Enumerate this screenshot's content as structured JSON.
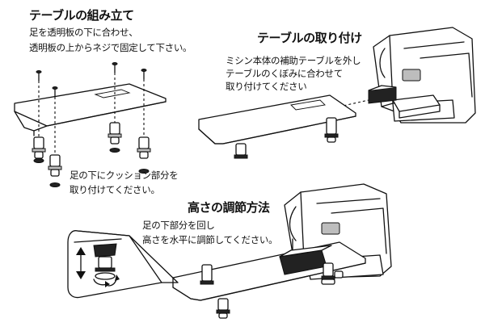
{
  "sections": {
    "assembly": {
      "title": "テーブルの組み立て",
      "line1": "足を透明板の下に合わせ、",
      "line2": "透明板の上からネジで固定して下さい。",
      "cushion1": "足の下にクッション部分を",
      "cushion2": "取り付けてください。"
    },
    "attach": {
      "title": "テーブルの取り付け",
      "line1": "ミシン本体の補助テーブルを外し",
      "line2": "テーブルのくぼみに合わせて",
      "line3": "取り付けてください"
    },
    "height": {
      "title": "高さの調節方法",
      "line1": "足の下部分を回し",
      "line2": "高さを水平に調節してください。"
    }
  },
  "colors": {
    "ink": "#111111",
    "background": "#ffffff",
    "gray": "#bdbdbd"
  },
  "icons": [
    "screw-icon",
    "table-leg-icon",
    "cushion-icon",
    "sewing-machine-icon",
    "up-down-arrow-icon",
    "rotate-arrow-icon"
  ]
}
